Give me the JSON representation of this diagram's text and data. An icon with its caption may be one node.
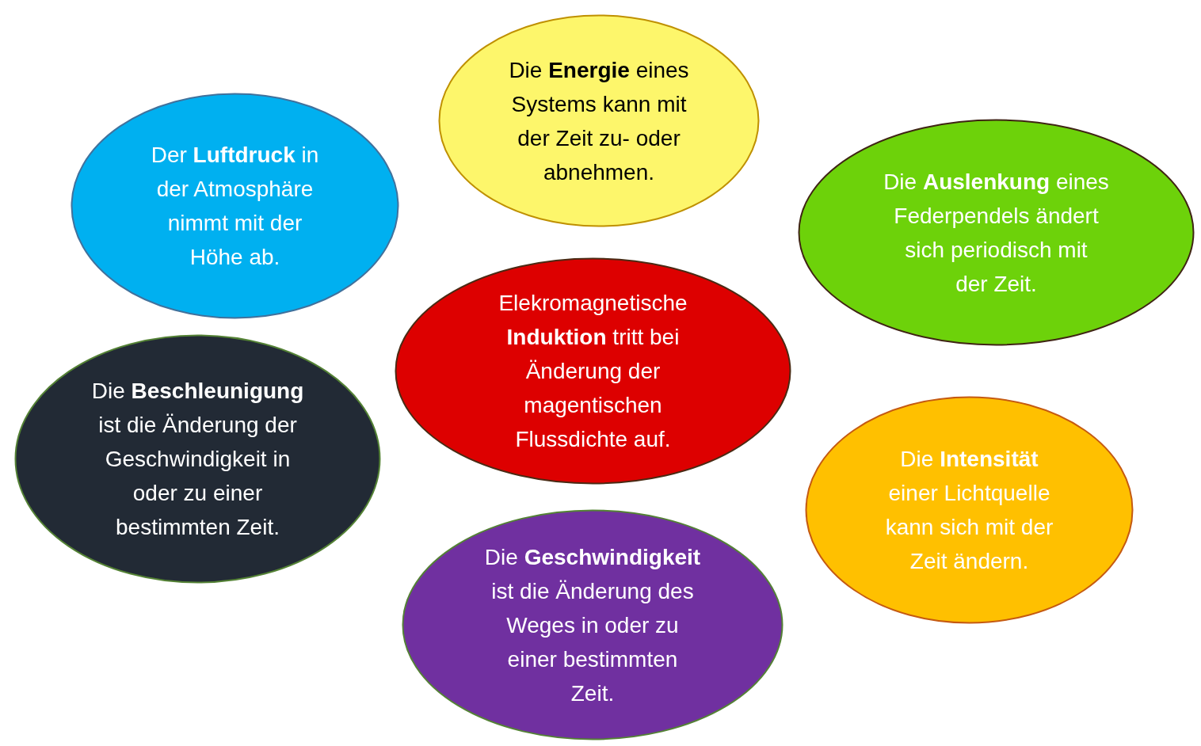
{
  "diagram": {
    "nodes": [
      {
        "text": [
          "Der **Luftdruck** in der Atmosphäre nimmt mit der Höhe ab."
        ]
      },
      {
        "text": [
          "Die **Energie** eines Systems kann mit der Zeit zu- oder abnehmen."
        ]
      },
      {
        "text": [
          "Die **Auslenkung** eines Federpendels ändert sich periodisch mit der Zeit."
        ]
      },
      {
        "text": [
          "Elekromagnetische **Induktion** tritt bei Änderung der magentischen Flussdichte auf."
        ]
      },
      {
        "text": [
          "Die **Beschleunigung** ist die Änderung der Geschwindigkeit in oder zu einer bestimmten Zeit."
        ]
      },
      {
        "text": [
          "Die **Intensität** einer Lichtquelle kann sich mit der Zeit ändern."
        ]
      },
      {
        "text": [
          "Die **Geschwindigkeit** ist die Änderung des Weges in oder zu einer bestimmten Zeit."
        ]
      }
    ]
  }
}
